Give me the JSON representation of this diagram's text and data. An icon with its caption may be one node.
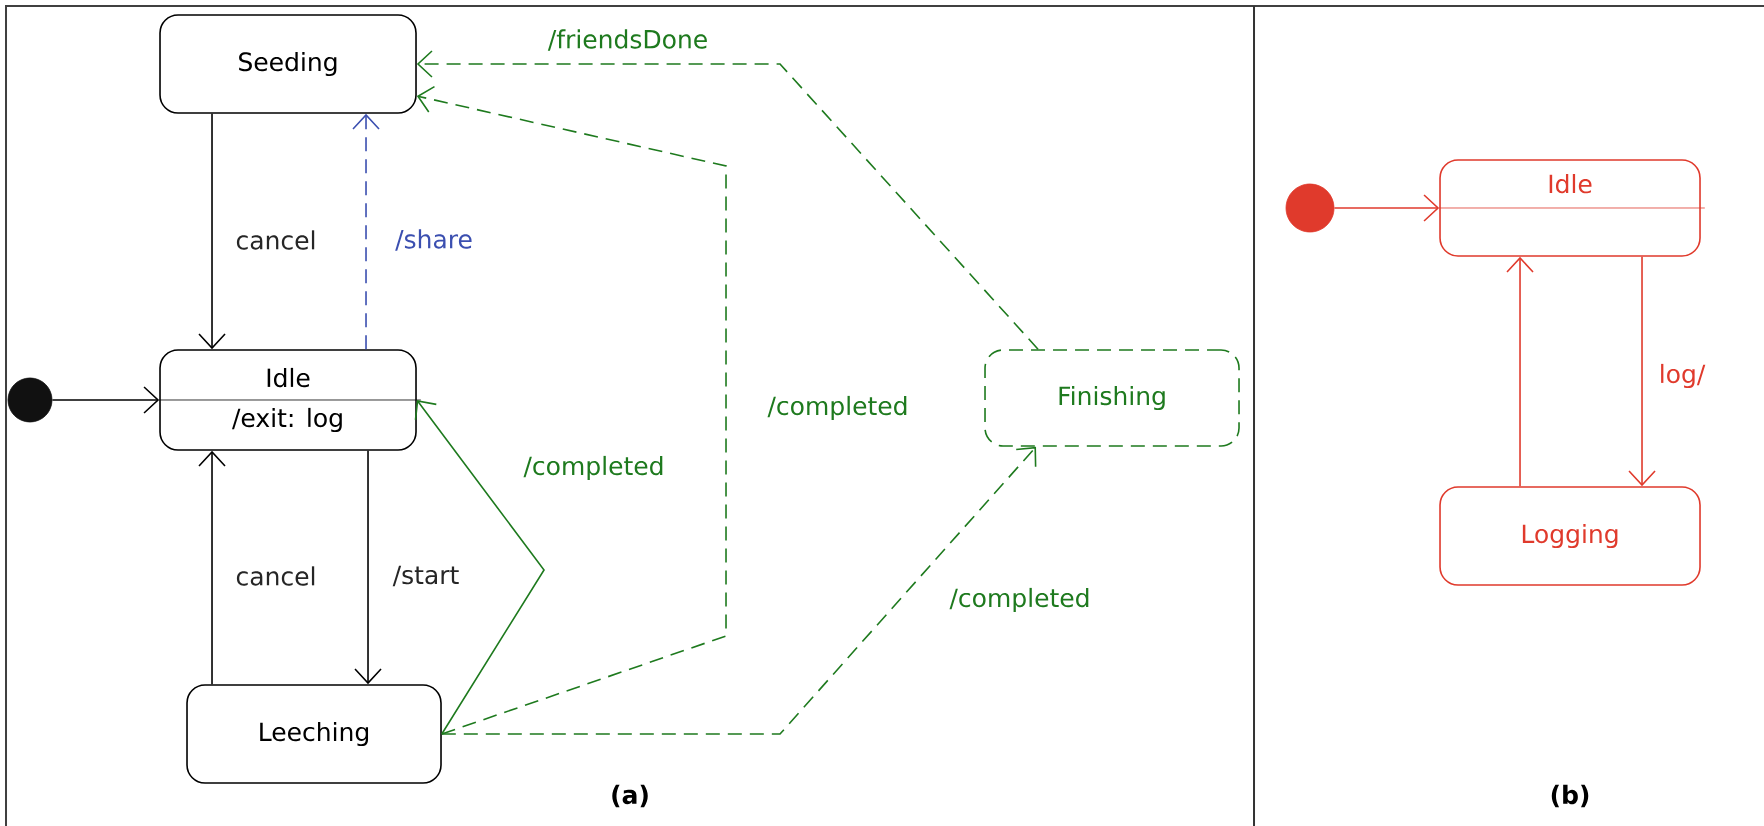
{
  "diagram": {
    "nodes": [
      {
        "text": [
          "Seeding"
        ]
      },
      {
        "text": [
          "Idle",
          "/exit: log"
        ]
      },
      {
        "text": [
          "Leeching"
        ]
      },
      {
        "text": [
          "Finishing"
        ]
      },
      {
        "text": [],
        "shape": "circle"
      },
      {
        "text": [
          "Idle"
        ]
      },
      {
        "text": [
          "Logging"
        ]
      },
      {
        "text": [],
        "shape": "circle"
      }
    ],
    "edges": [
      {
        "from": 0,
        "to": 1,
        "arrow": "to",
        "label": "cancel"
      },
      {
        "from": 1,
        "to": 0,
        "arrow": "to",
        "label": "/share",
        "style": "dashed",
        "color": "#3b4fb0"
      },
      {
        "from": 4,
        "to": 1,
        "arrow": "to"
      },
      {
        "from": 2,
        "to": 1,
        "arrow": "to",
        "label": "cancel"
      },
      {
        "from": 1,
        "to": 2,
        "arrow": "to",
        "label": "/start"
      },
      {
        "from": 2,
        "to": 1,
        "arrow": "to",
        "label": "/completed",
        "color": "#1e7a1e"
      },
      {
        "from": 2,
        "to": 0,
        "arrow": "to",
        "label": "/completed",
        "style": "dashed",
        "color": "#1e7a1e"
      },
      {
        "from": 2,
        "to": 3,
        "arrow": "to",
        "label": "/completed",
        "style": "dashed",
        "color": "#1e7a1e"
      },
      {
        "from": 3,
        "to": 0,
        "arrow": "to",
        "label": "/friendsDone",
        "style": "dashed",
        "color": "#1e7a1e"
      },
      {
        "from": 7,
        "to": 5,
        "arrow": "to",
        "color": "#e03a2c"
      },
      {
        "from": 6,
        "to": 5,
        "arrow": "to",
        "color": "#e03a2c"
      },
      {
        "from": 5,
        "to": 6,
        "arrow": "to",
        "label": "log/",
        "color": "#e03a2c"
      }
    ],
    "labels": [
      "(a)",
      "(b)"
    ]
  }
}
